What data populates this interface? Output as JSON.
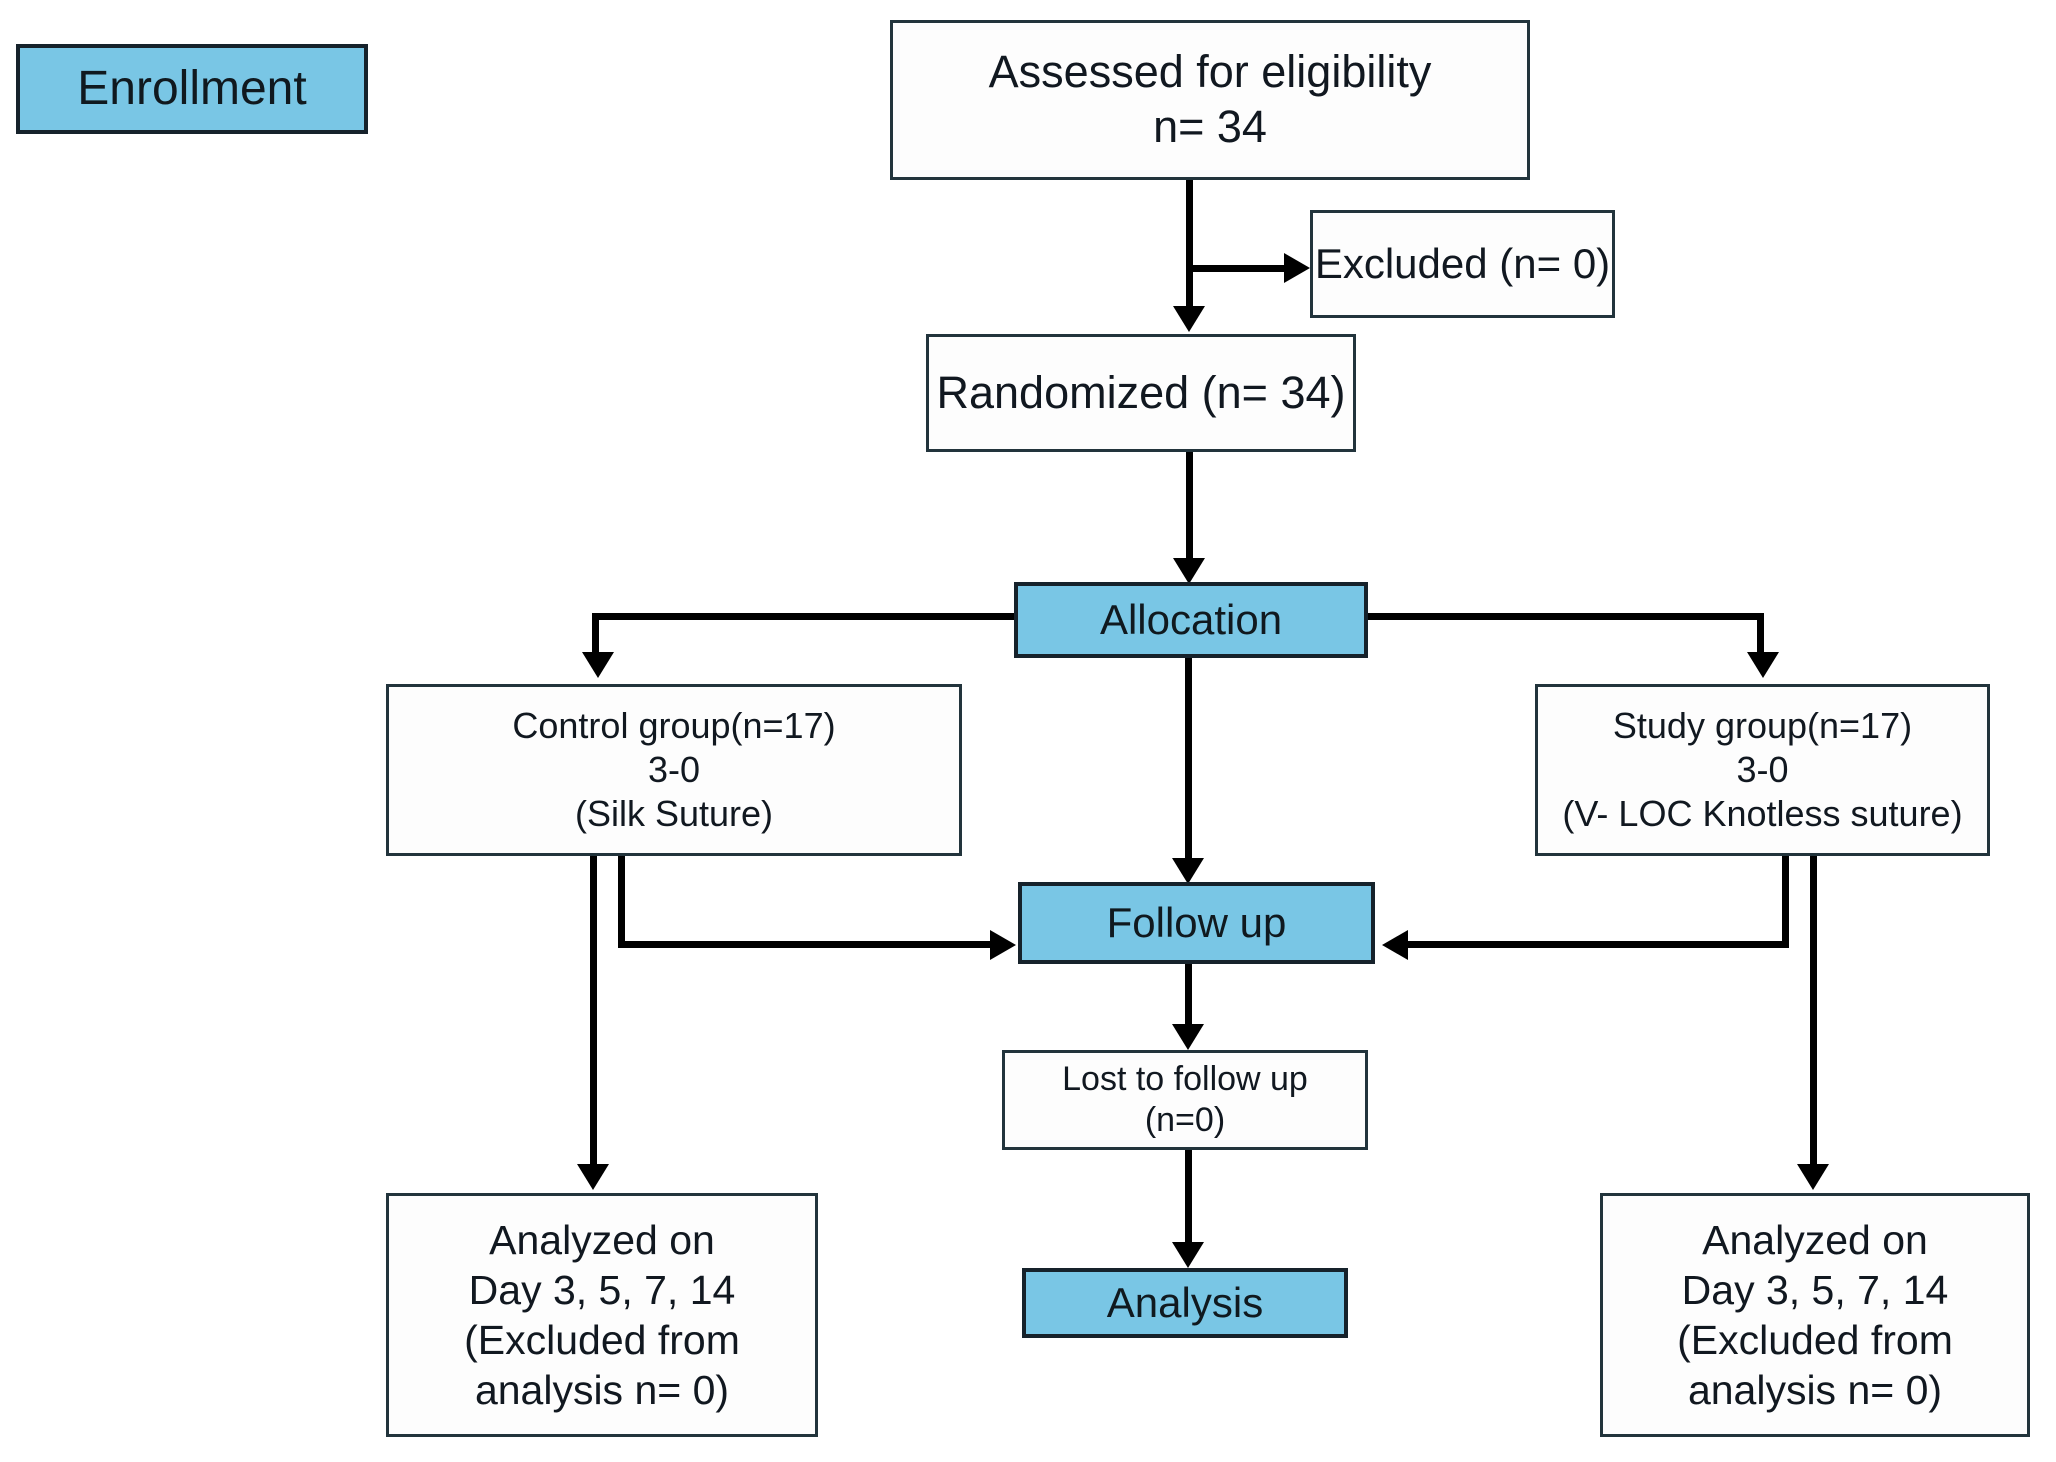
{
  "diagram": {
    "title": "CONSORT participant flow diagram",
    "colors": {
      "stage_fill": "#79c6e5",
      "stage_border": "#16222b",
      "box_fill": "#fdfdfd",
      "box_border": "#22343c",
      "connector": "#000000",
      "text": "#111820"
    },
    "stages": {
      "enrollment": "Enrollment",
      "allocation": "Allocation",
      "follow_up": "Follow up",
      "analysis": "Analysis"
    },
    "nodes": {
      "assessed": {
        "line1": "Assessed for eligibility",
        "line2": "n= 34"
      },
      "excluded": {
        "line1": "Excluded (n= 0)"
      },
      "randomized": {
        "line1": "Randomized (n= 34)"
      },
      "control_group": {
        "line1": "Control group(n=17)",
        "line2": "3-0",
        "line3": "(Silk Suture)"
      },
      "study_group": {
        "line1": "Study group(n=17)",
        "line2": "3-0",
        "line3": "(V- LOC Knotless suture)"
      },
      "lost_to_follow_up": {
        "line1": "Lost to follow up",
        "line2": "(n=0)"
      },
      "analyzed_control": {
        "line1": "Analyzed on",
        "line2": "Day 3, 5, 7, 14",
        "line3": "(Excluded from",
        "line4": "analysis n= 0)"
      },
      "analyzed_study": {
        "line1": "Analyzed on",
        "line2": "Day 3, 5, 7, 14",
        "line3": "(Excluded from",
        "line4": "analysis n= 0)"
      }
    }
  },
  "chart_data": {
    "type": "diagram",
    "title": "CONSORT flow diagram",
    "nodes": [
      {
        "id": "enrollment",
        "label": "Enrollment",
        "kind": "stage",
        "n": null
      },
      {
        "id": "assessed",
        "label": "Assessed for eligibility",
        "kind": "box",
        "n": 34
      },
      {
        "id": "excluded",
        "label": "Excluded",
        "kind": "box",
        "n": 0
      },
      {
        "id": "randomized",
        "label": "Randomized",
        "kind": "box",
        "n": 34
      },
      {
        "id": "allocation",
        "label": "Allocation",
        "kind": "stage",
        "n": null
      },
      {
        "id": "control_group",
        "label": "Control group 3-0 (Silk Suture)",
        "kind": "box",
        "n": 17
      },
      {
        "id": "study_group",
        "label": "Study group 3-0 (V- LOC Knotless suture)",
        "kind": "box",
        "n": 17
      },
      {
        "id": "follow_up",
        "label": "Follow up",
        "kind": "stage",
        "n": null
      },
      {
        "id": "lost_to_follow_up",
        "label": "Lost to follow up",
        "kind": "box",
        "n": 0
      },
      {
        "id": "analysis",
        "label": "Analysis",
        "kind": "stage",
        "n": null
      },
      {
        "id": "analyzed_control",
        "label": "Analyzed on Day 3, 5, 7, 14 (Excluded from analysis)",
        "kind": "box",
        "n": 0
      },
      {
        "id": "analyzed_study",
        "label": "Analyzed on Day 3, 5, 7, 14 (Excluded from analysis)",
        "kind": "box",
        "n": 0
      }
    ],
    "edges": [
      {
        "from": "assessed",
        "to": "excluded"
      },
      {
        "from": "assessed",
        "to": "randomized"
      },
      {
        "from": "randomized",
        "to": "allocation"
      },
      {
        "from": "allocation",
        "to": "control_group"
      },
      {
        "from": "allocation",
        "to": "study_group"
      },
      {
        "from": "allocation",
        "to": "follow_up"
      },
      {
        "from": "control_group",
        "to": "follow_up"
      },
      {
        "from": "study_group",
        "to": "follow_up"
      },
      {
        "from": "control_group",
        "to": "analyzed_control"
      },
      {
        "from": "study_group",
        "to": "analyzed_study"
      },
      {
        "from": "follow_up",
        "to": "lost_to_follow_up"
      },
      {
        "from": "lost_to_follow_up",
        "to": "analysis"
      }
    ]
  }
}
